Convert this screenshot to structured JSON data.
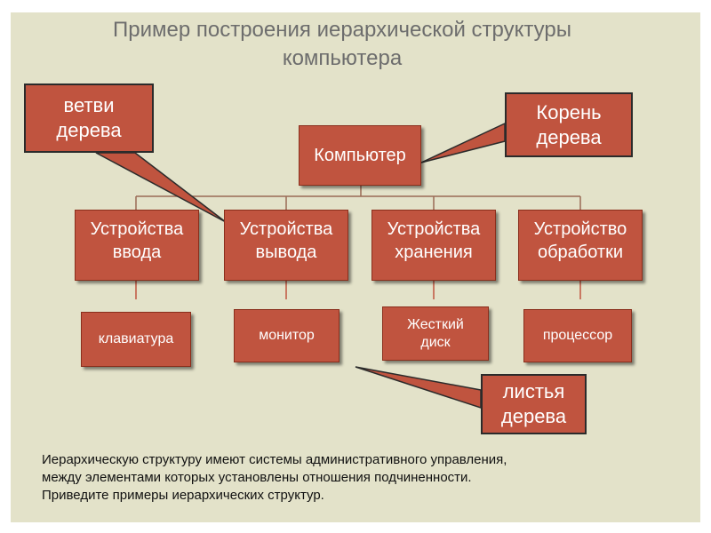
{
  "title": {
    "line1": "Пример построения иерархической структуры",
    "line2": "компьютера"
  },
  "root": "Компьютер",
  "branches": [
    {
      "line1": "Устройства",
      "line2": "ввода"
    },
    {
      "line1": "Устройства",
      "line2": "вывода"
    },
    {
      "line1": "Устройства",
      "line2": "хранения"
    },
    {
      "line1": "Устройство",
      "line2": "обработки"
    }
  ],
  "leaves": [
    "клавиатура",
    "монитор",
    "Жесткий диск",
    "процессор"
  ],
  "callouts": {
    "branches": "ветви\nдерева",
    "root": "Корень\nдерева",
    "leaves": "листья\nдерева"
  },
  "caption": [
    "Иерархическую структуру имеют системы административного управления,",
    "между элементами которых установлены отношения подчиненности.",
    "Приведите примеры иерархических структур."
  ],
  "colors": {
    "background": "#e3e2c9",
    "box_fill": "#c0543f",
    "box_text": "#ffffff",
    "connector": "#8a4a3a"
  }
}
